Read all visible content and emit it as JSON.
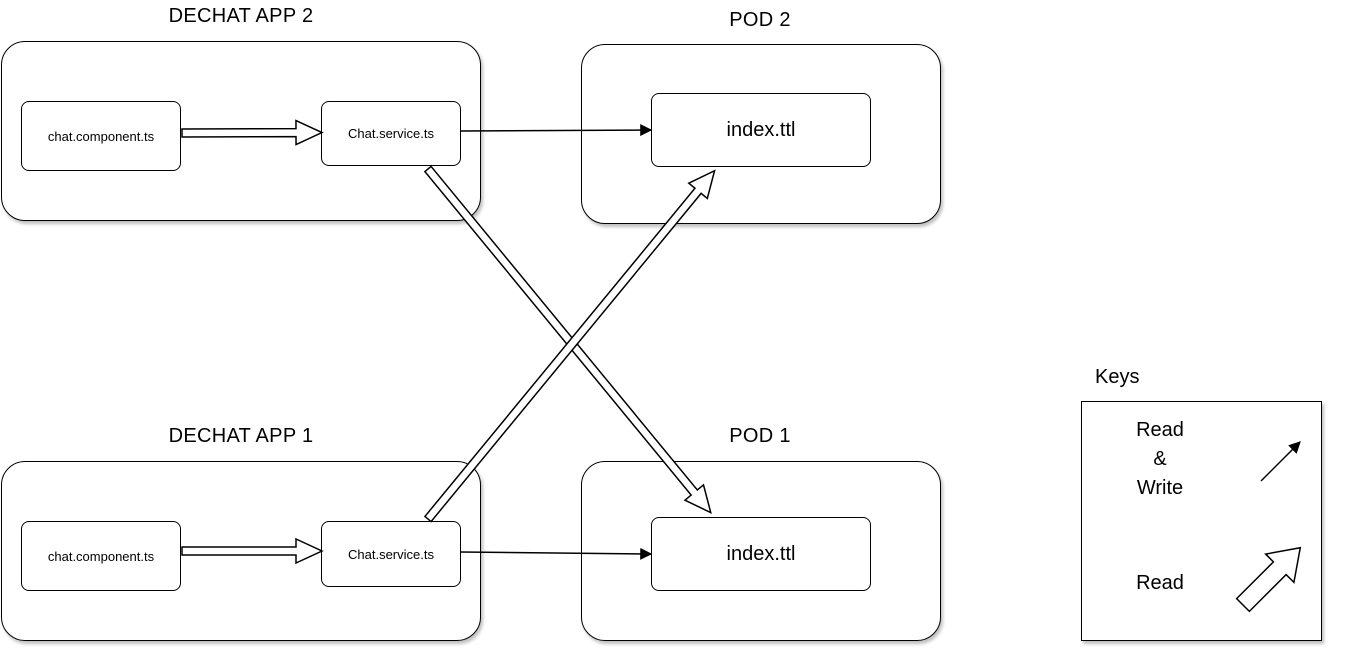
{
  "groups": {
    "app2_title": "DECHAT APP 2",
    "app1_title": "DECHAT APP 1",
    "pod2_title": "POD 2",
    "pod1_title": "POD 1"
  },
  "nodes": {
    "app2_component": "chat.component.ts",
    "app2_service": "Chat.service.ts",
    "app1_component": "chat.component.ts",
    "app1_service": "Chat.service.ts",
    "pod2_index": "index.ttl",
    "pod1_index": "index.ttl"
  },
  "keys": {
    "title": "Keys",
    "read_write_line1": "Read",
    "read_write_line2": "&",
    "read_write_line3": "Write",
    "read": "Read"
  },
  "colors": {
    "stroke": "#000000",
    "background": "#ffffff"
  }
}
